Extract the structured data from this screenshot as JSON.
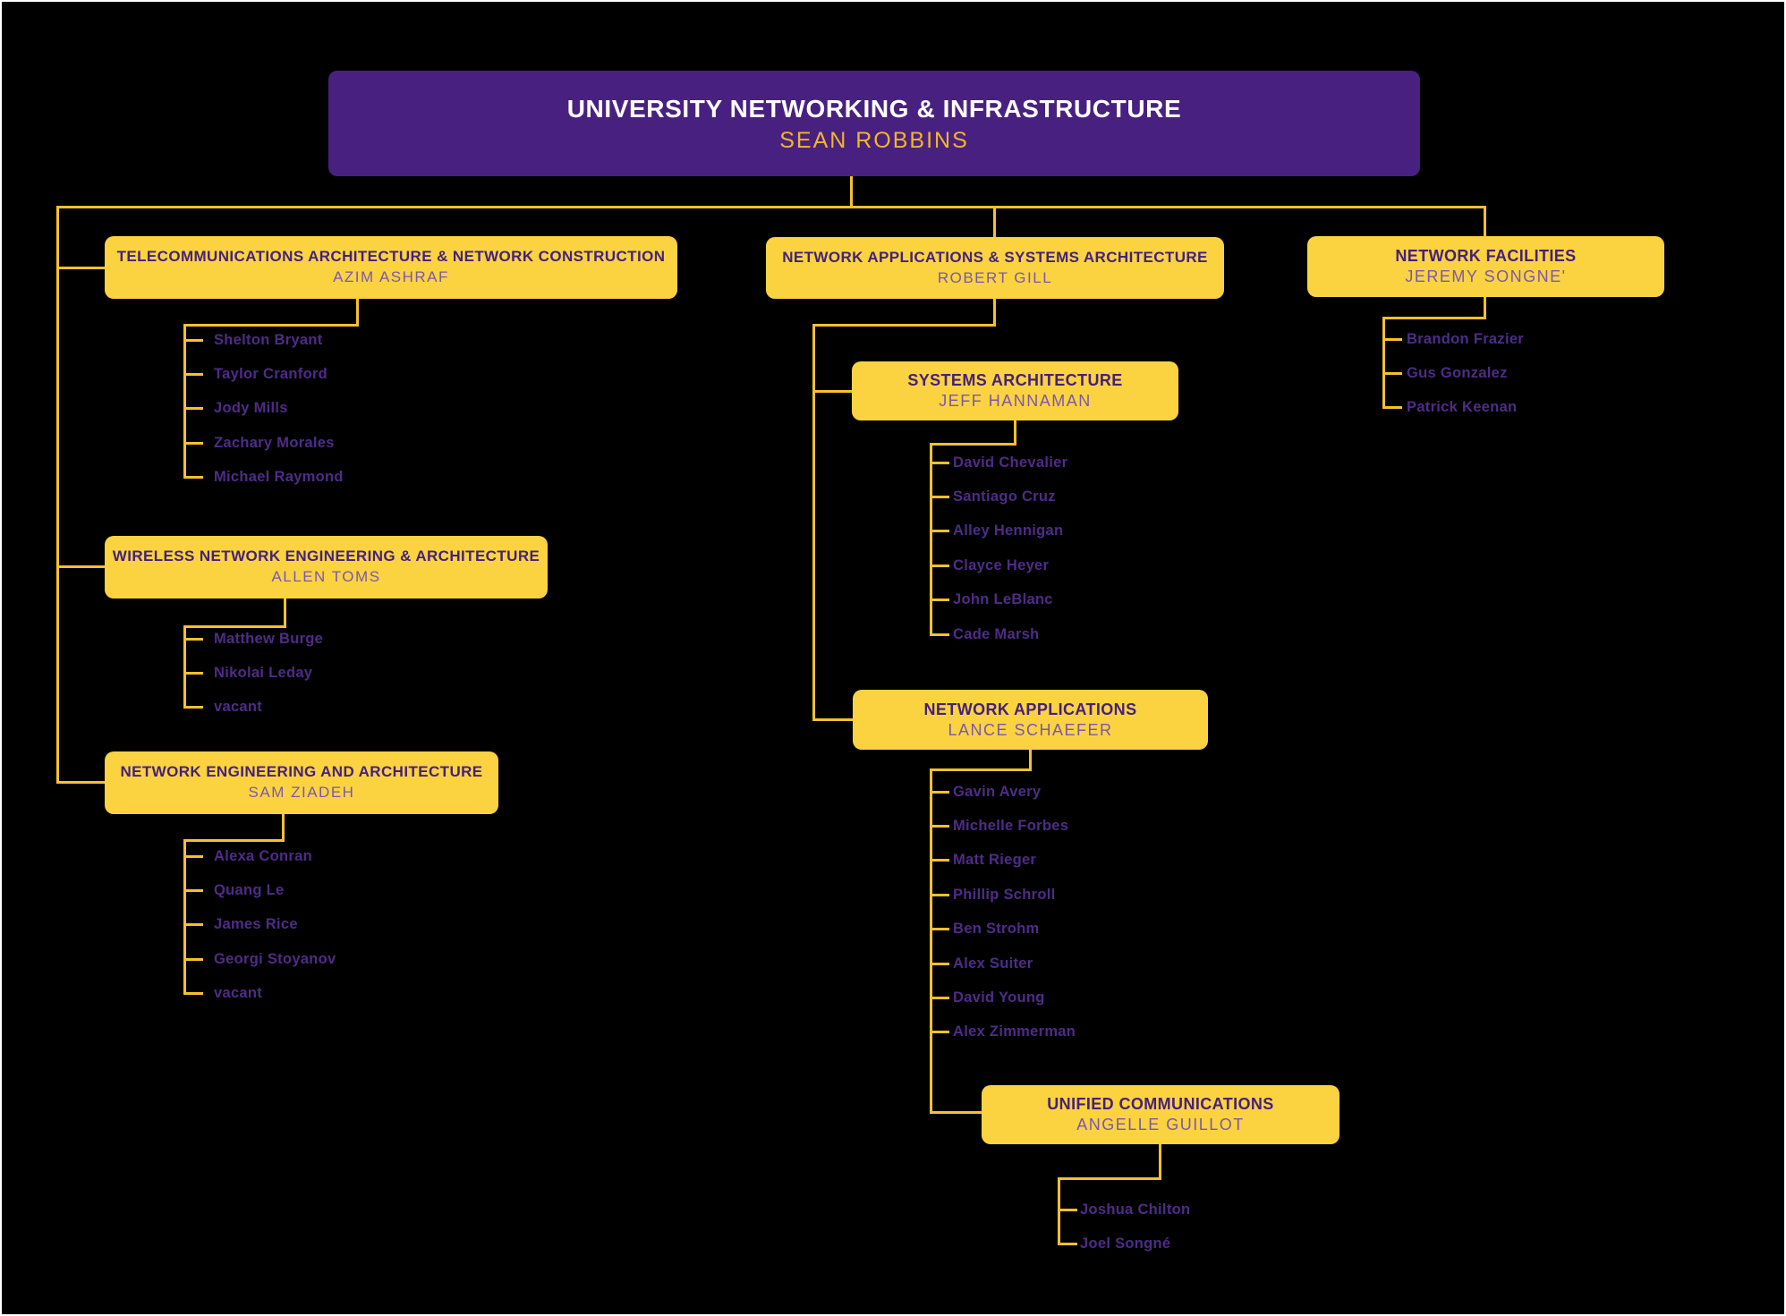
{
  "page": {
    "background": "#000000",
    "border": "#ffffff"
  },
  "colors": {
    "root_box": "#482180",
    "root_title_text": "#ffffff",
    "root_manager_text": "#f2b52b",
    "box_fill": "#fbd341",
    "line": "#f7c02f",
    "title_text": "#44217b",
    "manager_text": "#7b57ae",
    "member_text": "#4e2c87"
  },
  "root": {
    "title": "UNIVERSITY NETWORKING & INFRASTRUCTURE",
    "manager": "SEAN ROBBINS"
  },
  "departments": [
    {
      "title": "TELECOMMUNICATIONS ARCHITECTURE & NETWORK CONSTRUCTION",
      "manager": "AZIM ASHRAF",
      "members": [
        "Shelton Bryant",
        "Taylor Cranford",
        "Jody Mills",
        "Zachary Morales",
        "Michael Raymond"
      ]
    },
    {
      "title": "WIRELESS NETWORK ENGINEERING & ARCHITECTURE",
      "manager": "ALLEN TOMS",
      "members": [
        "Matthew Burge",
        "Nikolai Leday",
        "vacant"
      ]
    },
    {
      "title": "NETWORK ENGINEERING AND ARCHITECTURE",
      "manager": "SAM ZIADEH",
      "members": [
        "Alexa Conran",
        "Quang Le",
        "James Rice",
        "Georgi Stoyanov",
        "vacant"
      ]
    },
    {
      "title": "NETWORK APPLICATIONS & SYSTEMS ARCHITECTURE",
      "manager": "ROBERT GILL",
      "members": []
    },
    {
      "title": "SYSTEMS ARCHITECTURE",
      "manager": "JEFF HANNAMAN",
      "members": [
        "David Chevalier",
        "Santiago Cruz",
        "Alley Hennigan",
        "Clayce Heyer",
        "John LeBlanc",
        "Cade Marsh"
      ]
    },
    {
      "title": "NETWORK APPLICATIONS",
      "manager": "LANCE SCHAEFER",
      "members": [
        "Gavin Avery",
        "Michelle Forbes",
        "Matt Rieger",
        "Phillip Schroll",
        "Ben Strohm",
        "Alex Suiter",
        "David Young",
        "Alex Zimmerman"
      ]
    },
    {
      "title": "UNIFIED COMMUNICATIONS",
      "manager": "ANGELLE GUILLOT",
      "members": [
        "Joshua Chilton",
        "Joel Songné"
      ]
    },
    {
      "title": "NETWORK FACILITIES",
      "manager": "JEREMY SONGNE'",
      "members": [
        "Brandon Frazier",
        "Gus Gonzalez",
        "Patrick Keenan"
      ]
    }
  ]
}
